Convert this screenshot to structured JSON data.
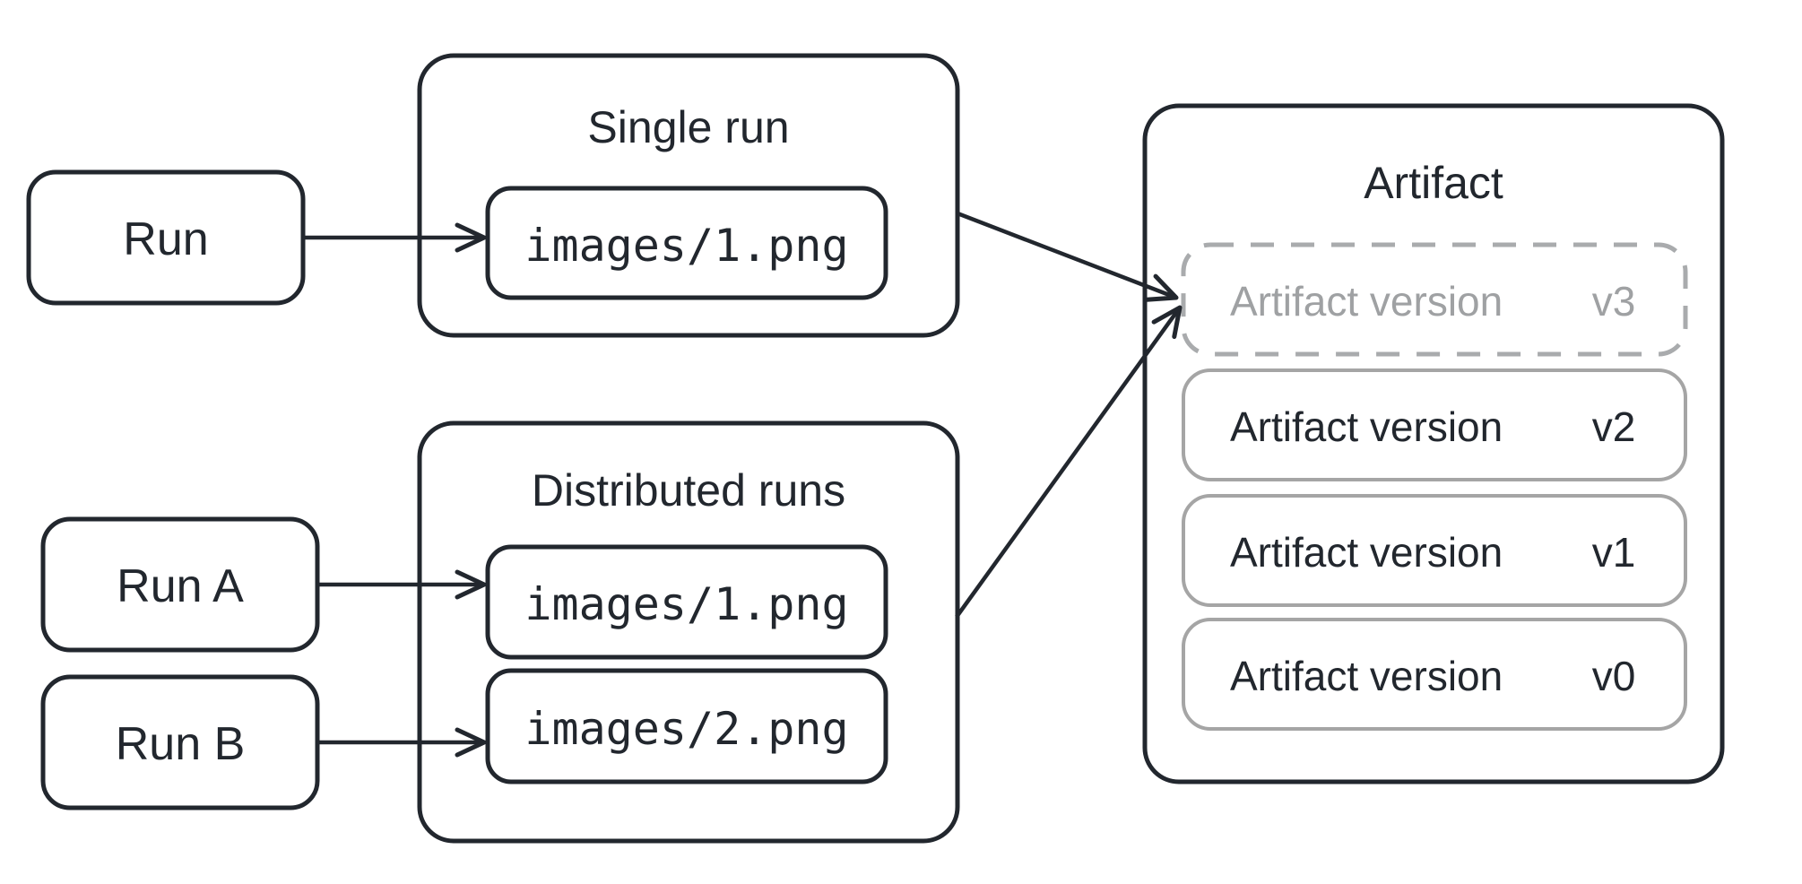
{
  "colors": {
    "ink": "#22272e",
    "gray_border": "#a5a5a5",
    "dashed_border": "#a9abad",
    "muted_text": "#9fa1a3",
    "background": "#ffffff"
  },
  "nodes": {
    "run": "Run",
    "run_a": "Run A",
    "run_b": "Run B"
  },
  "single_run": {
    "title": "Single run",
    "file": "images/1.png"
  },
  "distributed_runs": {
    "title": "Distributed runs",
    "file_a": "images/1.png",
    "file_b": "images/2.png"
  },
  "artifact": {
    "title": "Artifact",
    "versions": [
      {
        "label": "Artifact version",
        "tag": "v3",
        "state": "pending"
      },
      {
        "label": "Artifact version",
        "tag": "v2",
        "state": "committed"
      },
      {
        "label": "Artifact version",
        "tag": "v1",
        "state": "committed"
      },
      {
        "label": "Artifact version",
        "tag": "v0",
        "state": "committed"
      }
    ]
  }
}
